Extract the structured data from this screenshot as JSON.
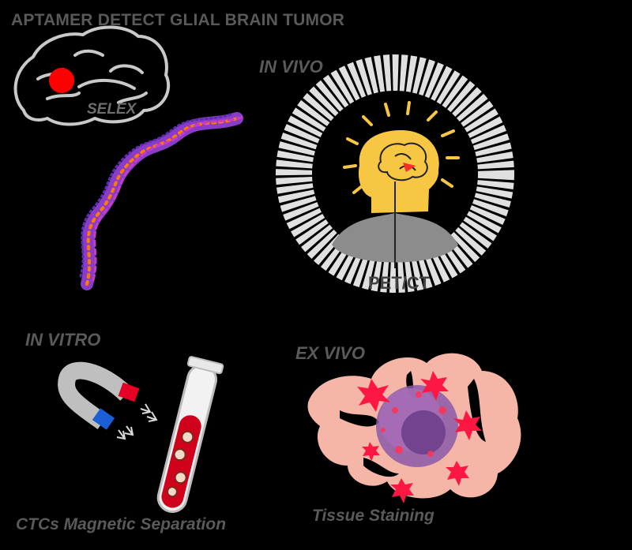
{
  "title": "APTAMER DETECT GLIAL BRAIN TUMOR",
  "sections": {
    "in_vivo": "IN VIVO",
    "in_vitro": "IN VITRO",
    "ex_vivo": "EX VIVO"
  },
  "labels": {
    "selex": "SELEX",
    "pet_ct": "PET/CT",
    "ctcs": "CTCs Magnetic Separation",
    "tissue": "Tissue Staining"
  },
  "colors": {
    "background": "#000000",
    "label_gray": "#5a5a5a",
    "tumor_red": "#ff0000",
    "head_yellow": "#f7c744",
    "ring_gray": "#e0e0e0",
    "tissue_pink": "#f5b6a8",
    "aptamer_purple": "#8a3cc8",
    "aptamer_orange": "#ff7a00",
    "magnet_blue": "#1a5fd6"
  }
}
